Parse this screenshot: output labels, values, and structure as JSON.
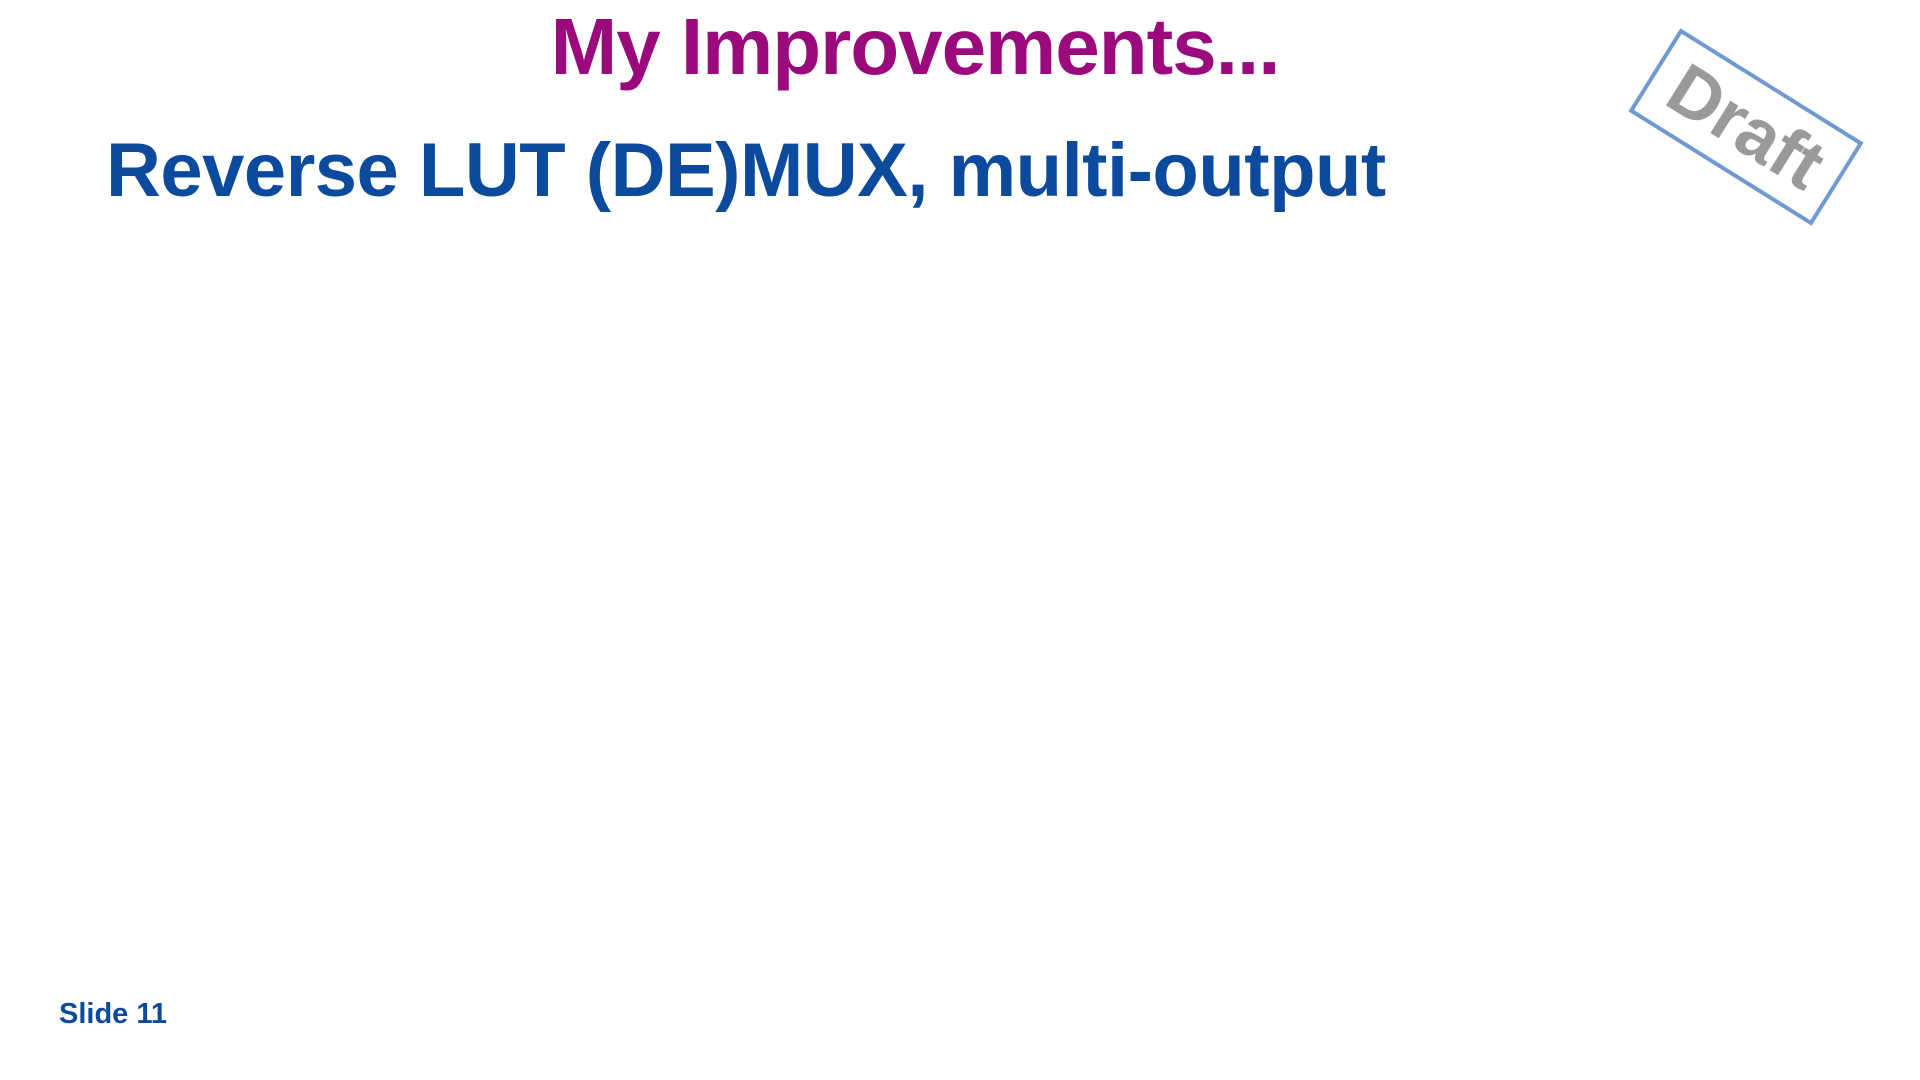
{
  "slide": {
    "title": "My Improvements...",
    "subtitle": "Reverse LUT (DE)MUX, multi-output",
    "stamp_text": "Draft",
    "slide_number": "Slide 11"
  },
  "colors": {
    "title": "#9b0a7d",
    "subtitle": "#0b4a9c",
    "stamp_border": "#6f99d0",
    "stamp_text": "#9a9a9a",
    "slide_number": "#0b4a9c",
    "background": "#ffffff"
  }
}
